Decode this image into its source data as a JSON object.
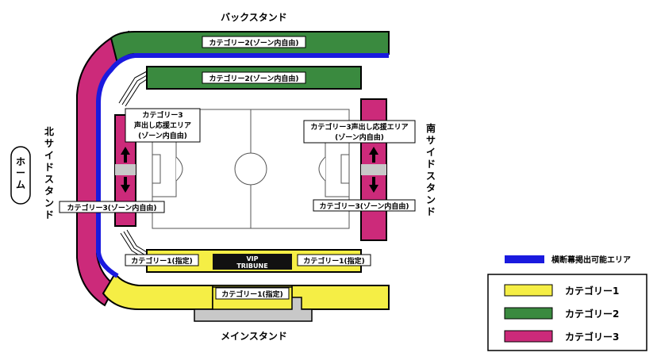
{
  "stands": {
    "back": "バックスタンド",
    "main": "メインスタンド",
    "north": "北サイドスタンド",
    "south": "南サイドスタンド",
    "home": "ホーム"
  },
  "zones": {
    "back_upper": "カテゴリー2(ゾーン内自由)",
    "back_lower": "カテゴリー2(ゾーン内自由)",
    "north_cheer": "カテゴリー3\n声出し応援エリア\n(ゾーン内自由)",
    "south_cheer": "カテゴリー3声出し応援エリア\n(ゾーン内自由)",
    "north_cat3": "カテゴリー3(ゾーン内自由)",
    "south_cat3": "カテゴリー3(ゾーン内自由)",
    "main_left": "カテゴリー1(指定)",
    "main_right": "カテゴリー1(指定)",
    "main_center": "カテゴリー1(指定)",
    "vip_line1": "VIP",
    "vip_line2": "TRIBUNE"
  },
  "legend": {
    "banner": "横断幕掲出可能エリア",
    "items": [
      {
        "label": "カテゴリー1",
        "color": "#f5ee45"
      },
      {
        "label": "カテゴリー2",
        "color": "#3a8a3f"
      },
      {
        "label": "カテゴリー3",
        "color": "#cc2a7a"
      }
    ],
    "banner_color": "#1a1adf"
  },
  "colors": {
    "cat1": "#f5ee45",
    "cat2": "#3a8a3f",
    "cat3": "#cc2a7a",
    "banner": "#1a1adf",
    "concourse": "#c8c8c8"
  }
}
